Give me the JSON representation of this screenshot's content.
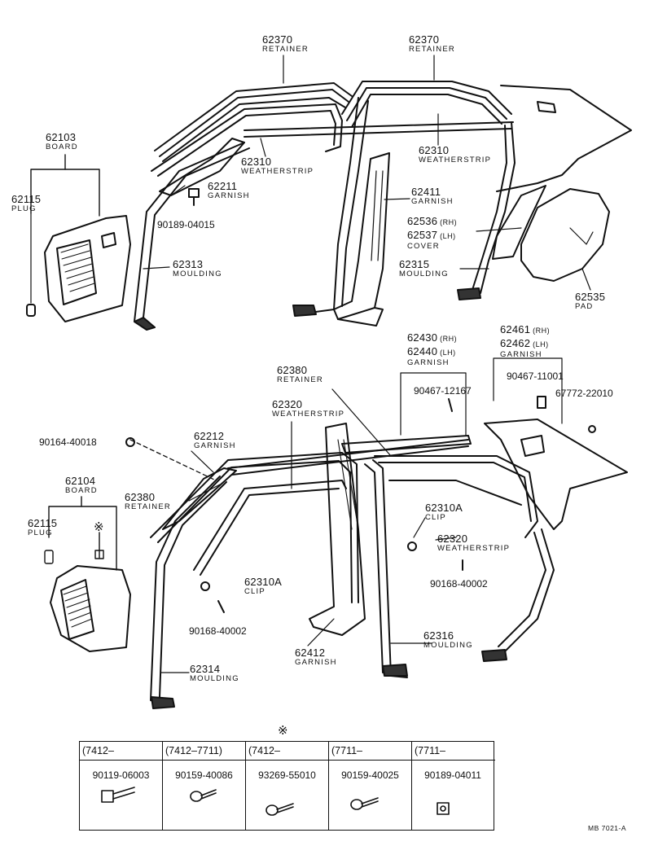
{
  "callouts": {
    "c62370a": {
      "num": "62370",
      "name": "RETAINER"
    },
    "c62370b": {
      "num": "62370",
      "name": "RETAINER"
    },
    "c62103": {
      "num": "62103",
      "name": "BOARD"
    },
    "c62115a": {
      "num": "62115",
      "name": "PLUG"
    },
    "c62310a": {
      "num": "62310",
      "name": "WEATHERSTRIP"
    },
    "c62310b": {
      "num": "62310",
      "name": "WEATHERSTRIP"
    },
    "c62211": {
      "num": "62211",
      "name": "GARNISH"
    },
    "c62411": {
      "num": "62411",
      "name": "GARNISH"
    },
    "c62536": {
      "num": "62536",
      "suffix": "(RH)"
    },
    "c62537": {
      "num": "62537",
      "suffix": "(LH)",
      "name": "COVER"
    },
    "c62313": {
      "num": "62313",
      "name": "MOULDING"
    },
    "c62315": {
      "num": "62315",
      "name": "MOULDING"
    },
    "c62535": {
      "num": "62535",
      "name": "PAD"
    },
    "c62430": {
      "num": "62430",
      "suffix": "(RH)"
    },
    "c62440": {
      "num": "62440",
      "suffix": "(LH)",
      "name": "GARNISH"
    },
    "c62461": {
      "num": "62461",
      "suffix": "(RH)"
    },
    "c62462": {
      "num": "62462",
      "suffix": "(LH)",
      "name": "GARNISH"
    },
    "c62380a": {
      "num": "62380",
      "name": "RETAINER"
    },
    "c62320a": {
      "num": "62320",
      "name": "WEATHERSTRIP"
    },
    "c62212": {
      "num": "62212",
      "name": "GARNISH"
    },
    "c62104": {
      "num": "62104",
      "name": "BOARD"
    },
    "c62380b": {
      "num": "62380",
      "name": "RETAINER"
    },
    "c62115b": {
      "num": "62115",
      "name": "PLUG"
    },
    "c62310A1": {
      "num": "62310A",
      "name": "CLIP"
    },
    "c62320b": {
      "num": "62320",
      "name": "WEATHERSTRIP"
    },
    "c62310A2": {
      "num": "62310A",
      "name": "CLIP"
    },
    "c62412": {
      "num": "62412",
      "name": "GARNISH"
    },
    "c62316": {
      "num": "62316",
      "name": "MOULDING"
    },
    "c62314": {
      "num": "62314",
      "name": "MOULDING"
    }
  },
  "part_numbers": {
    "p1": "90189-04015",
    "p2": "90467-11001",
    "p3": "90467-12167",
    "p4": "67772-22010",
    "p5": "90164-40018",
    "p6": "90168-40002",
    "p7": "90168-40002"
  },
  "legend": {
    "mark": "※",
    "columns": [
      {
        "date": "(7412–",
        "part": "90119-06003"
      },
      {
        "date": "(7412–7711)",
        "part": "90159-40086"
      },
      {
        "date": "(7412–",
        "part": "93269-55010"
      },
      {
        "date": "(7711–",
        "part": "90159-40025"
      },
      {
        "date": "(7711–",
        "part": "90189-04011"
      }
    ]
  },
  "plug_mark": "※",
  "reference": "MB 7021-A"
}
